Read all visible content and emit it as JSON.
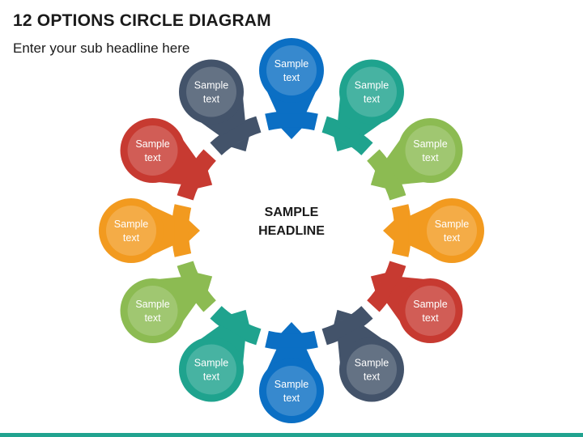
{
  "header": {
    "title": "12 OPTIONS CIRCLE DIAGRAM",
    "subtitle": "Enter your sub headline here"
  },
  "diagram": {
    "center_headline": [
      "SAMPLE",
      "HEADLINE"
    ],
    "options": [
      {
        "label": [
          "Sample",
          "text"
        ],
        "color": "#0b6fc4"
      },
      {
        "label": [
          "Sample",
          "text"
        ],
        "color": "#1fa38e"
      },
      {
        "label": [
          "Sample",
          "text"
        ],
        "color": "#8cbb52"
      },
      {
        "label": [
          "Sample",
          "text"
        ],
        "color": "#f29a1f"
      },
      {
        "label": [
          "Sample",
          "text"
        ],
        "color": "#c73a31"
      },
      {
        "label": [
          "Sample",
          "text"
        ],
        "color": "#43536a"
      },
      {
        "label": [
          "Sample",
          "text"
        ],
        "color": "#0b6fc4"
      },
      {
        "label": [
          "Sample",
          "text"
        ],
        "color": "#1fa38e"
      },
      {
        "label": [
          "Sample",
          "text"
        ],
        "color": "#8cbb52"
      },
      {
        "label": [
          "Sample",
          "text"
        ],
        "color": "#f29a1f"
      },
      {
        "label": [
          "Sample",
          "text"
        ],
        "color": "#c73a31"
      },
      {
        "label": [
          "Sample",
          "text"
        ],
        "color": "#43536a"
      }
    ]
  },
  "footer": {
    "bar_color": "#21a38f"
  }
}
